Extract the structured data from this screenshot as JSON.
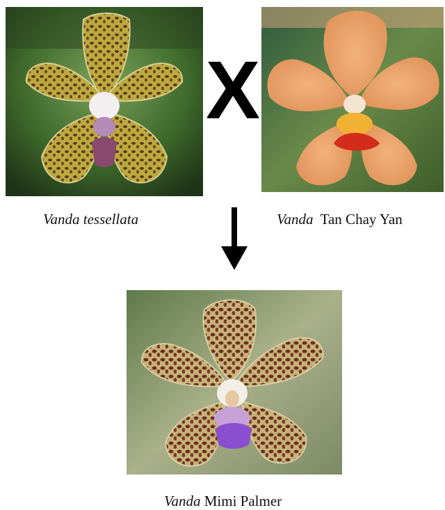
{
  "operator": "X",
  "parents": [
    {
      "genus": "Vanda",
      "epithet": "tessellata",
      "epithet_italic": true
    },
    {
      "genus": "Vanda",
      "epithet": "Tan Chay Yan",
      "epithet_italic": false
    }
  ],
  "offspring": {
    "genus": "Vanda",
    "epithet": "Mimi Palmer"
  },
  "arrow_icon": "arrow-down-icon",
  "colors": {
    "tessellata_petal": "#b9a83c",
    "tessellata_spot": "#5a3a1e",
    "tan_chay_yan_petal": "#e8a66a",
    "tan_chay_yan_lip": "#d42c1c",
    "mimi_palmer_petal": "#7a4a32",
    "mimi_palmer_lip": "#8a4fd0"
  }
}
